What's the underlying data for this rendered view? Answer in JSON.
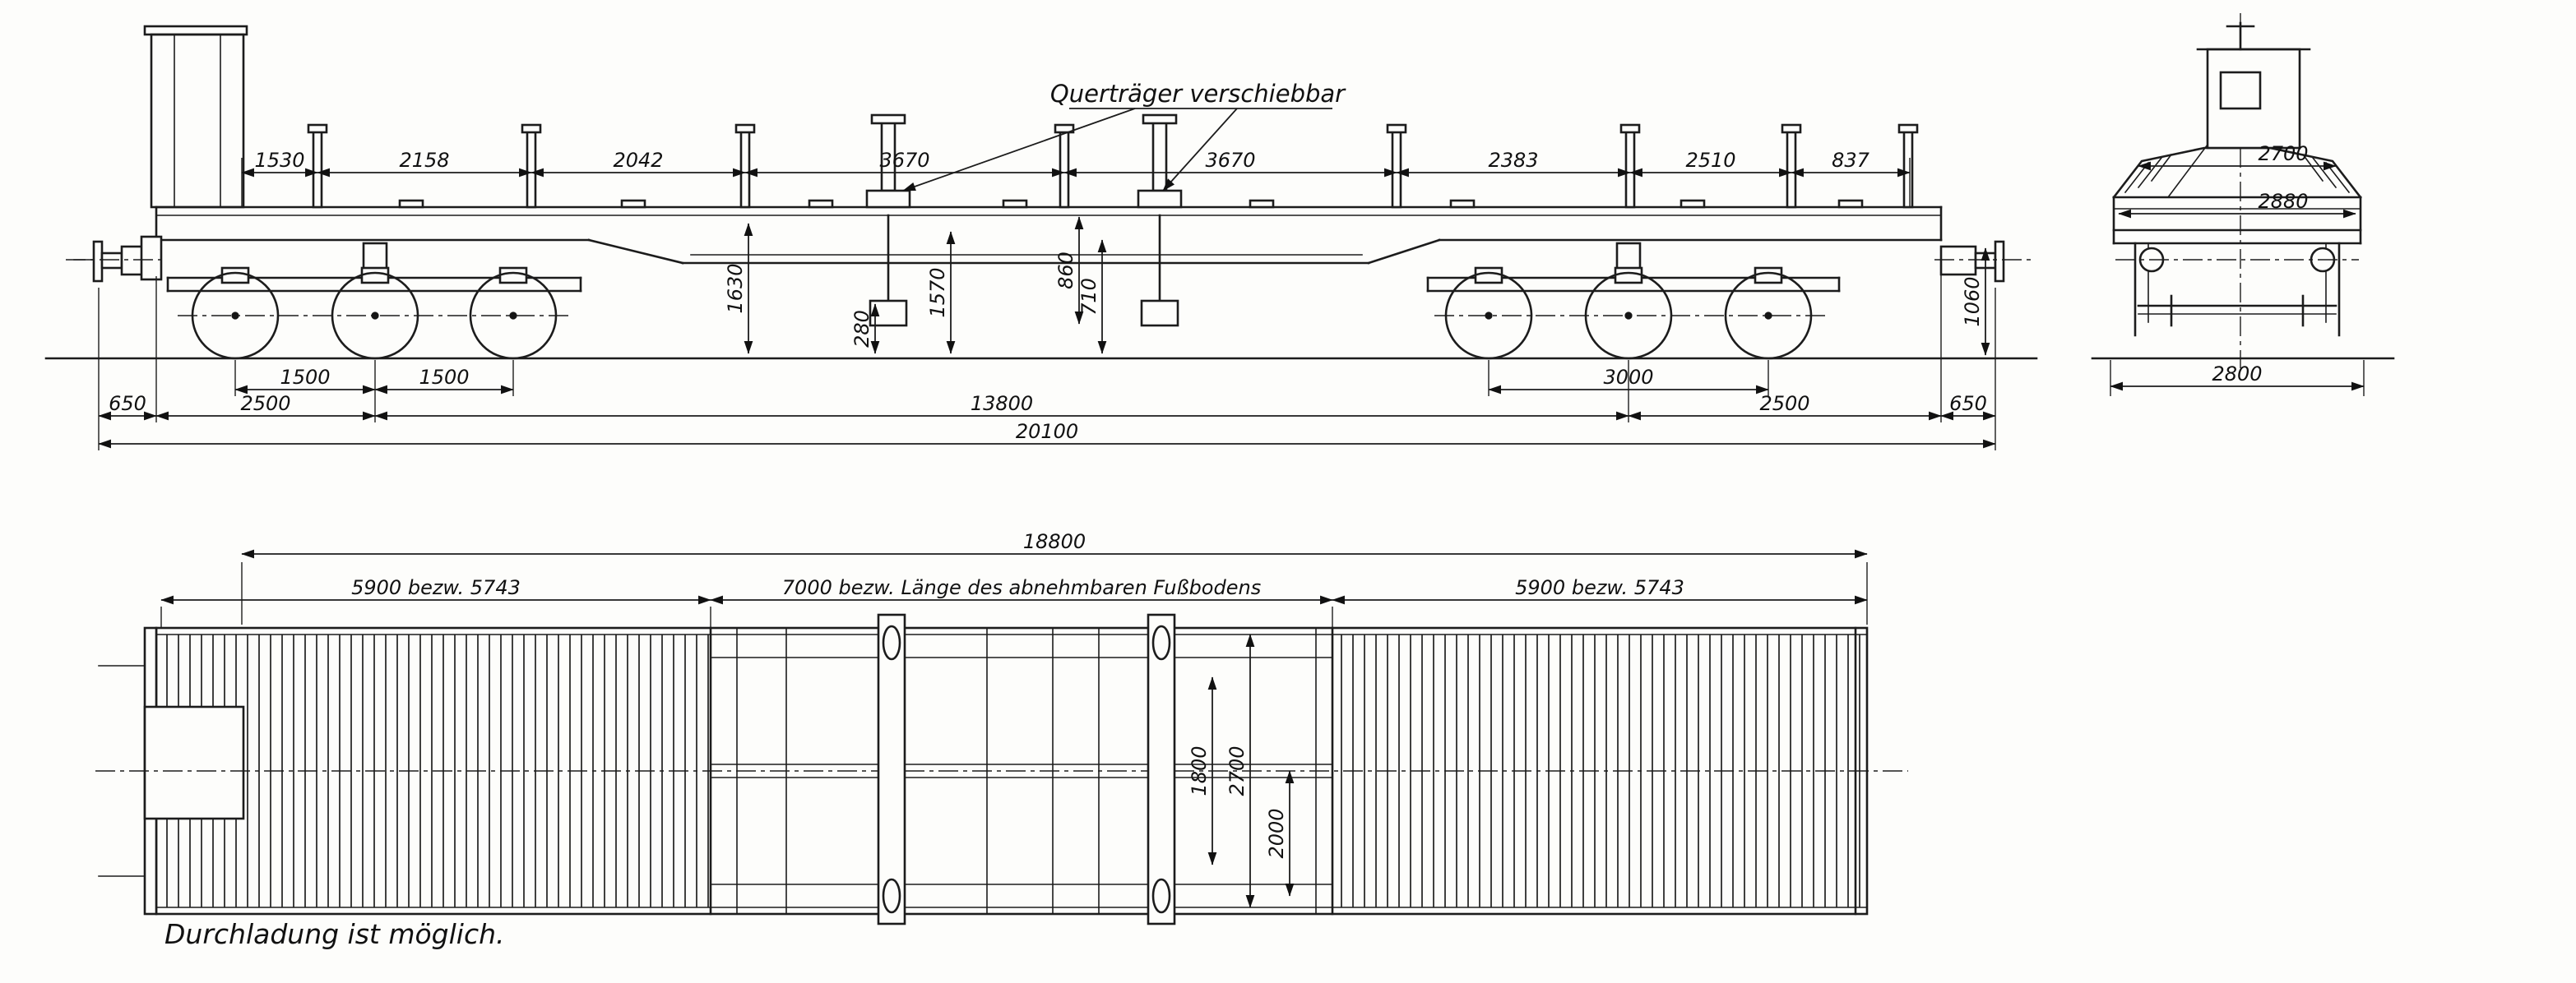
{
  "side_view": {
    "crossbeam_label": "Querträger verschiebbar",
    "top_dims": [
      "1530",
      "2158",
      "2042",
      "3670",
      "3670",
      "2383",
      "2510",
      "837"
    ],
    "height_dims": [
      "1630",
      "1570",
      "860",
      "710",
      "280"
    ],
    "buffer_height": "1060",
    "bottom_row1": [
      "1500",
      "1500",
      "3000"
    ],
    "bottom_row2": [
      "650",
      "2500",
      "13800",
      "2500",
      "650"
    ],
    "total_length": "20100"
  },
  "end_view": {
    "width_top": "2700",
    "width_mid": "2880",
    "track_width": "2800"
  },
  "plan_view": {
    "total_length": "18800",
    "sections": [
      "5900 bezw. 5743",
      "7000 bezw. Länge des abnehmbaren Fußbodens",
      "5900 bezw. 5743"
    ],
    "inner_widths": [
      "1800",
      "2700",
      "2000"
    ],
    "note": "Durchladung ist möglich."
  }
}
